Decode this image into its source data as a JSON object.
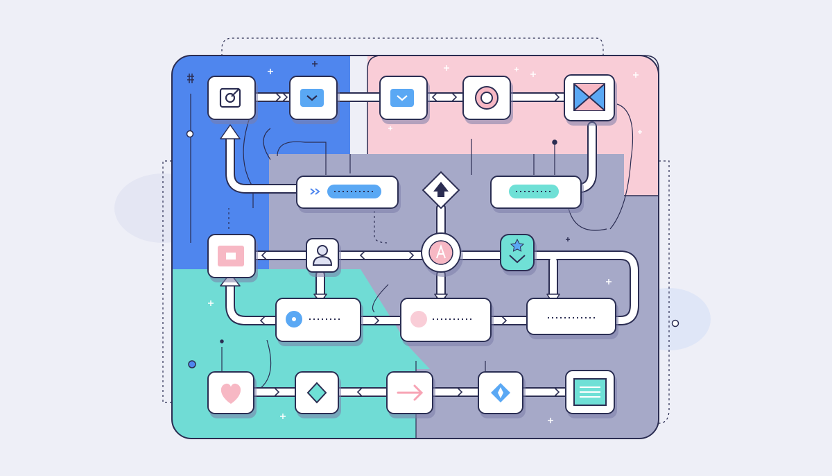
{
  "colors": {
    "background": "#eeeff7",
    "zone_blue": "#4f86ee",
    "zone_pink": "#f9cdd7",
    "zone_teal": "#70dcd5",
    "zone_gray": "#a6a9c8",
    "outline": "#2b2d52",
    "accent_blue": "#5aa8f4",
    "accent_teal": "#6fe0d6",
    "accent_pink": "#f7b8c4"
  },
  "diagram": {
    "zones": [
      {
        "name": "blue-zone",
        "fill": "zone_blue"
      },
      {
        "name": "pink-zone",
        "fill": "zone_pink"
      },
      {
        "name": "teal-zone",
        "fill": "zone_teal"
      },
      {
        "name": "gray-zone",
        "fill": "zone_gray"
      }
    ],
    "nodes": [
      {
        "name": "node-target",
        "icon": "target-icon"
      },
      {
        "name": "node-check-1",
        "icon": "chevron-down-icon"
      },
      {
        "name": "node-check-2",
        "icon": "chevron-down-icon"
      },
      {
        "name": "node-circle",
        "icon": "circle-icon"
      },
      {
        "name": "node-envelope",
        "icon": "envelope-icon"
      },
      {
        "name": "node-progress-blue",
        "icon": "progress-pill-icon"
      },
      {
        "name": "node-progress-teal",
        "icon": "progress-pill-icon"
      },
      {
        "name": "node-decision",
        "icon": "arrow-up-icon"
      },
      {
        "name": "node-image",
        "icon": "image-icon"
      },
      {
        "name": "node-user",
        "icon": "user-icon"
      },
      {
        "name": "node-hub",
        "icon": "badge-icon"
      },
      {
        "name": "node-star-check",
        "icon": "star-check-icon"
      },
      {
        "name": "node-step-blue",
        "icon": "dot-icon"
      },
      {
        "name": "node-step-pink",
        "icon": "dot-icon"
      },
      {
        "name": "node-step-plain",
        "icon": "dots-icon"
      },
      {
        "name": "node-heart",
        "icon": "heart-icon"
      },
      {
        "name": "node-diamond",
        "icon": "diamond-icon"
      },
      {
        "name": "node-arrow",
        "icon": "arrow-right-icon"
      },
      {
        "name": "node-compass",
        "icon": "compass-icon"
      },
      {
        "name": "node-list",
        "icon": "list-icon"
      }
    ]
  }
}
